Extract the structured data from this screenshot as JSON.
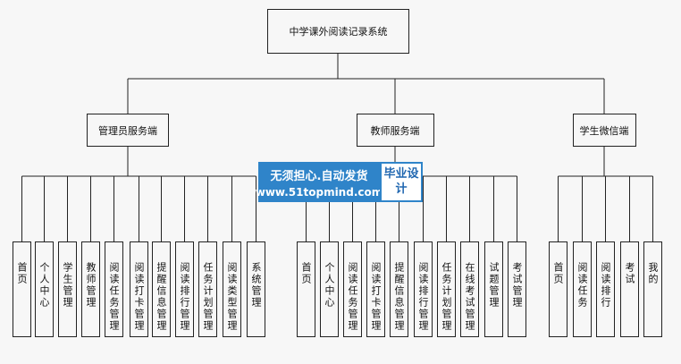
{
  "root": {
    "label": "中学课外阅读记录系统"
  },
  "branches": [
    {
      "label": "管理员服务端",
      "leaves": [
        "首页",
        "个人中心",
        "学生管理",
        "教师管理",
        "阅读任务管理",
        "阅读打卡管理",
        "提醒信息管理",
        "阅读排行管理",
        "任务计划管理",
        "阅读类型管理",
        "系统管理"
      ]
    },
    {
      "label": "教师服务端",
      "leaves": [
        "首页",
        "个人中心",
        "阅读任务管理",
        "阅读打卡管理",
        "提醒信息管理",
        "阅读排行管理",
        "任务计划管理",
        "在线考试管理",
        "试题管理",
        "考试管理"
      ]
    },
    {
      "label": "学生微信端",
      "leaves": [
        "首页",
        "阅读任务",
        "阅读排行",
        "考试",
        "我的"
      ]
    }
  ],
  "watermark": {
    "line1": "无须担心.自动发货",
    "line2": "www.51topmind.com",
    "badge": "毕业设计"
  },
  "colors": {
    "line": "#222222",
    "watermark_bg": "#2f84c9",
    "watermark_badge": "#1f66b0"
  }
}
